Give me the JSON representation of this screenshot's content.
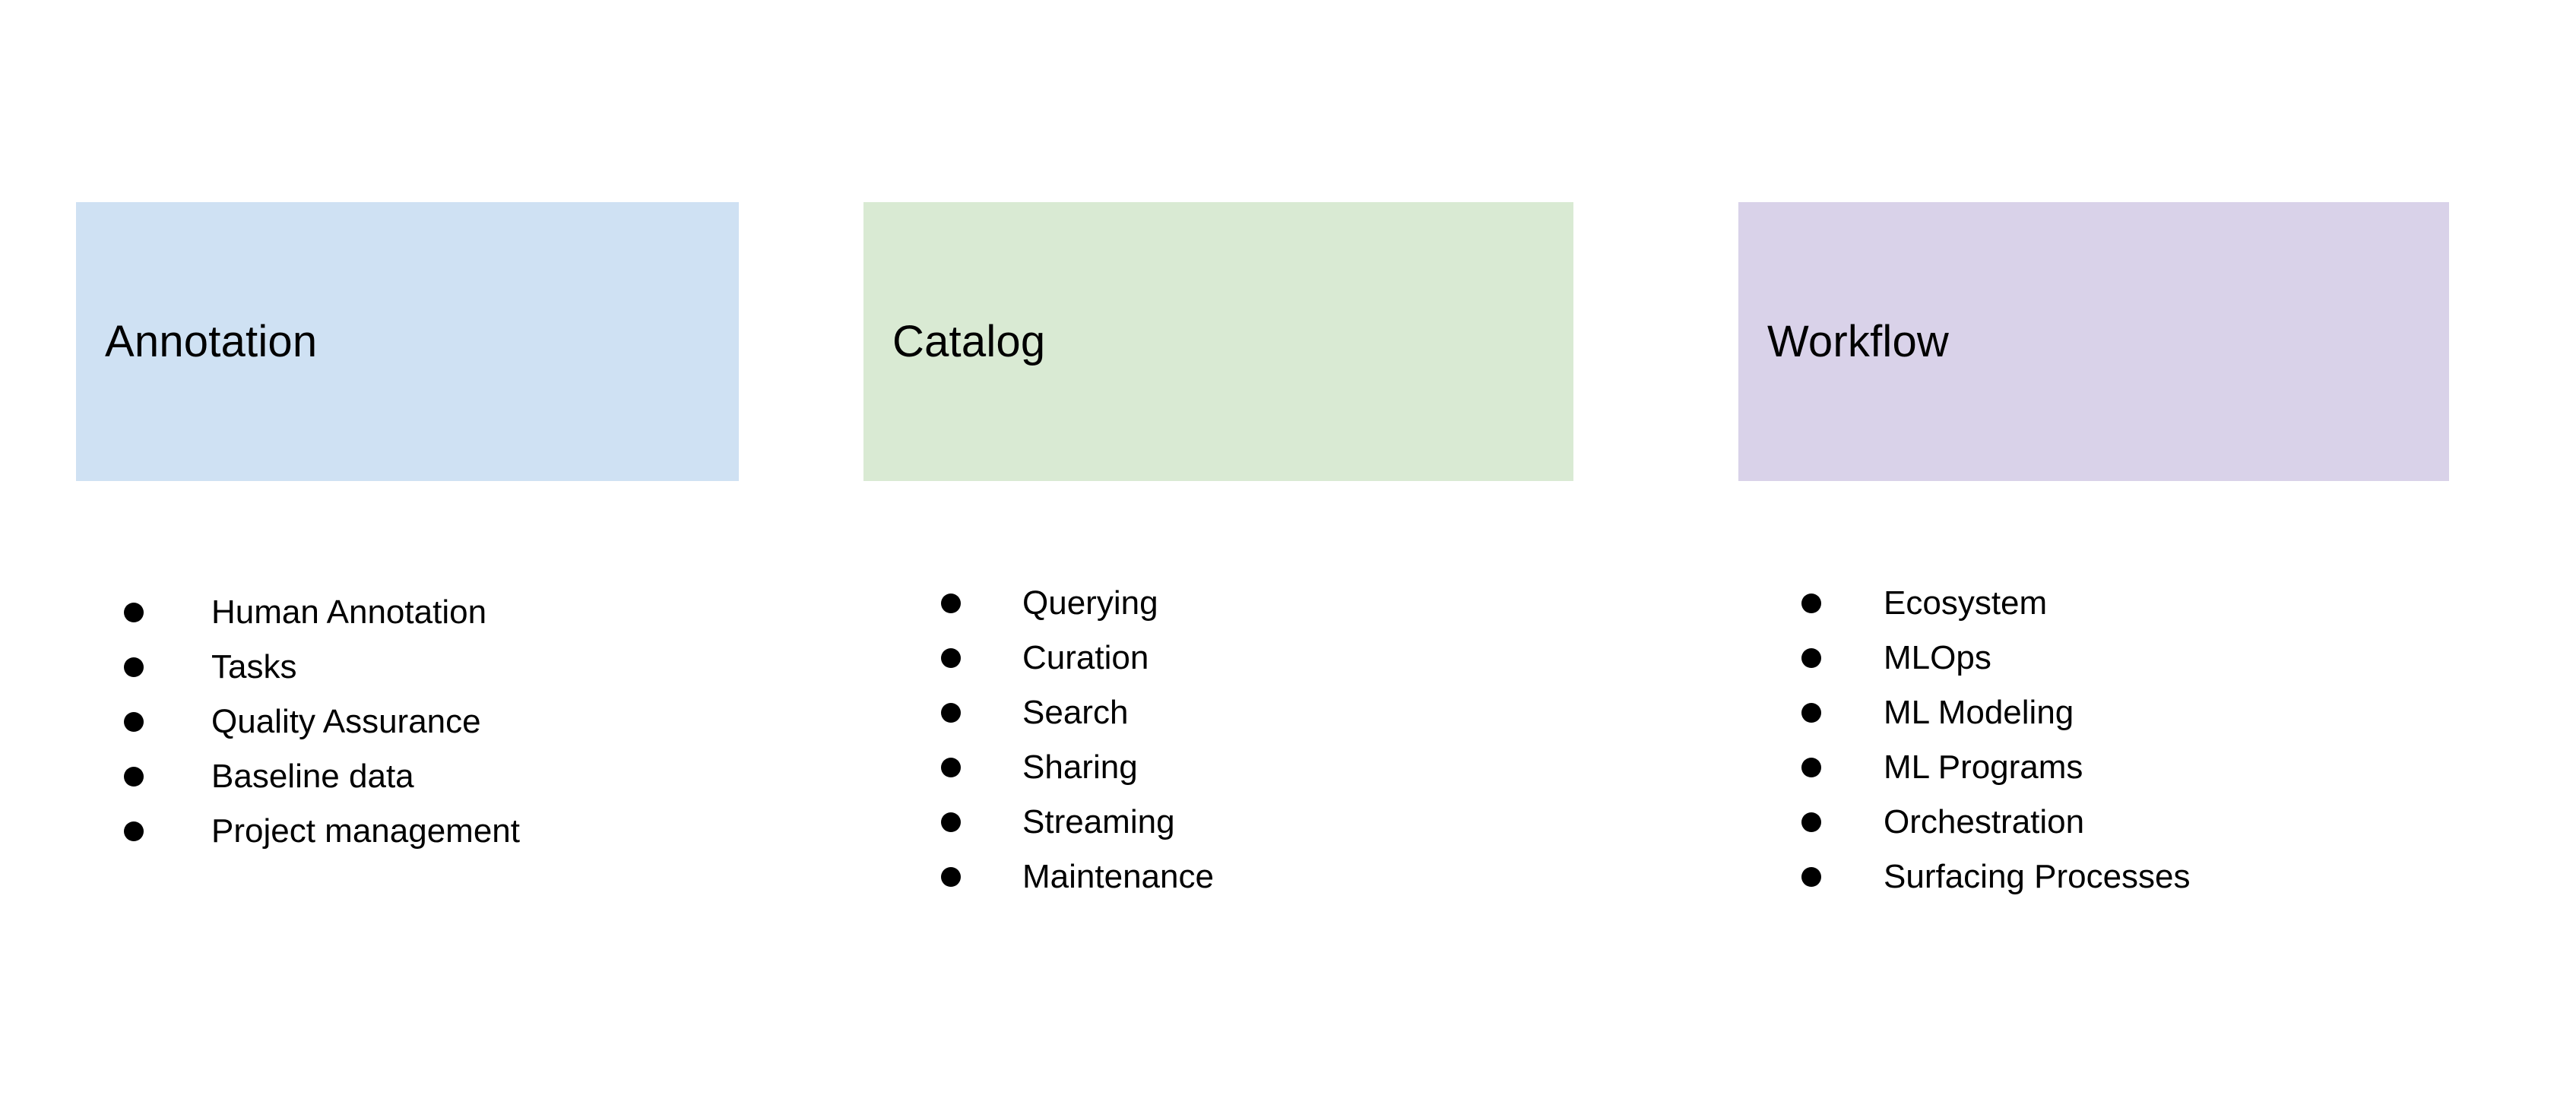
{
  "background_color": "#ffffff",
  "columns": [
    {
      "id": "annotation",
      "title": "Annotation",
      "banner_color": "#cfe1f3",
      "bullet_glyph": "filled-circle",
      "items": [
        "Human Annotation",
        "Tasks",
        "Quality Assurance",
        "Baseline data",
        "Project management"
      ]
    },
    {
      "id": "catalog",
      "title": "Catalog",
      "banner_color": "#d9ead3",
      "bullet_glyph": "filled-circle",
      "items": [
        "Querying",
        "Curation",
        "Search",
        "Sharing",
        "Streaming",
        "Maintenance"
      ]
    },
    {
      "id": "workflow",
      "title": "Workflow",
      "banner_color": "#d9d2e9",
      "bullet_glyph": "filled-circle",
      "items": [
        "Ecosystem",
        "MLOps",
        "ML Modeling",
        "ML Programs",
        "Orchestration",
        "Surfacing Processes"
      ]
    }
  ]
}
